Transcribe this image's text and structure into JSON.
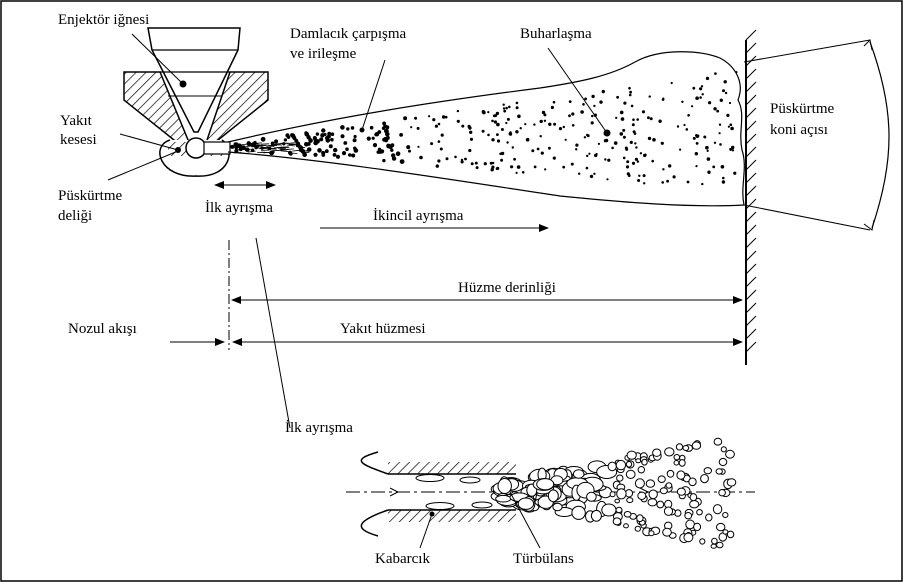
{
  "labels": {
    "injector_needle": "Enjektör iğnesi",
    "droplet_collision_line1": "Damlacık çarpışma",
    "droplet_collision_line2": "ve irileşme",
    "evaporation": "Buharlaşma",
    "fuel_sac_line1": "Yakıt",
    "fuel_sac_line2": "kesesi",
    "spray_cone_angle_line1": "Püskürtme",
    "spray_cone_angle_line2": "koni açısı",
    "spray_hole_line1": "Püskürtme",
    "spray_hole_line2": "deliği",
    "primary_breakup": "İlk ayrışma",
    "secondary_breakup": "İkincil ayrışma",
    "spray_penetration": "Hüzme derinliği",
    "nozzle_flow": "Nozul akışı",
    "fuel_spray": "Yakıt hüzmesi",
    "primary_breakup_detail": "İlk ayrışma",
    "bubble": "Kabarcık",
    "turbulence": "Türbülans"
  },
  "colors": {
    "ink": "#000000",
    "background": "#ffffff"
  }
}
